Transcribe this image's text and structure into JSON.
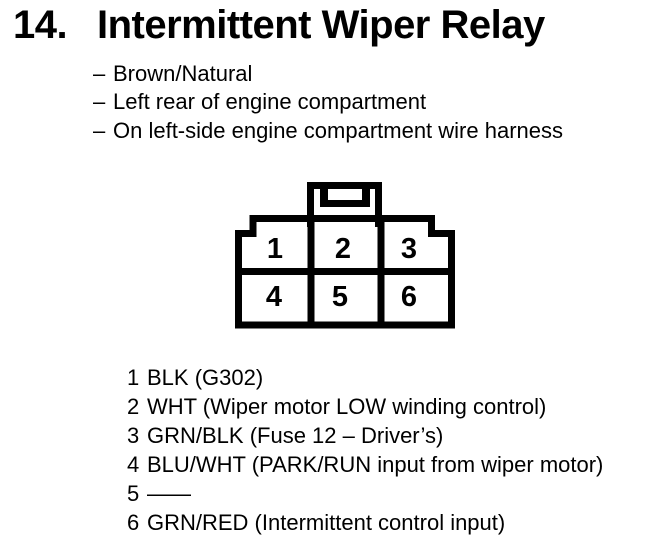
{
  "page": {
    "background": "#ffffff",
    "text_color": "#000000"
  },
  "header": {
    "number": "14.",
    "title": "Intermittent Wiper Relay"
  },
  "details": {
    "bullet": "–",
    "items": [
      "Brown/Natural",
      "Left rear of engine compartment",
      "On left-side engine compartment wire harness"
    ]
  },
  "connector": {
    "description": "6-cavity relay connector, face view, locking tab on top",
    "pins_top": [
      "1",
      "2",
      "3"
    ],
    "pins_bottom": [
      "4",
      "5",
      "6"
    ]
  },
  "pin_list": [
    {
      "pin": "1",
      "desc": "BLK (G302)"
    },
    {
      "pin": "2",
      "desc": "WHT (Wiper motor LOW winding control)"
    },
    {
      "pin": "3",
      "desc": "GRN/BLK (Fuse 12 – Driver’s)"
    },
    {
      "pin": "4",
      "desc": "BLU/WHT (PARK/RUN input from wiper motor)"
    },
    {
      "pin": "5",
      "desc": "——"
    },
    {
      "pin": "6",
      "desc": "GRN/RED (Intermittent control input)"
    }
  ]
}
